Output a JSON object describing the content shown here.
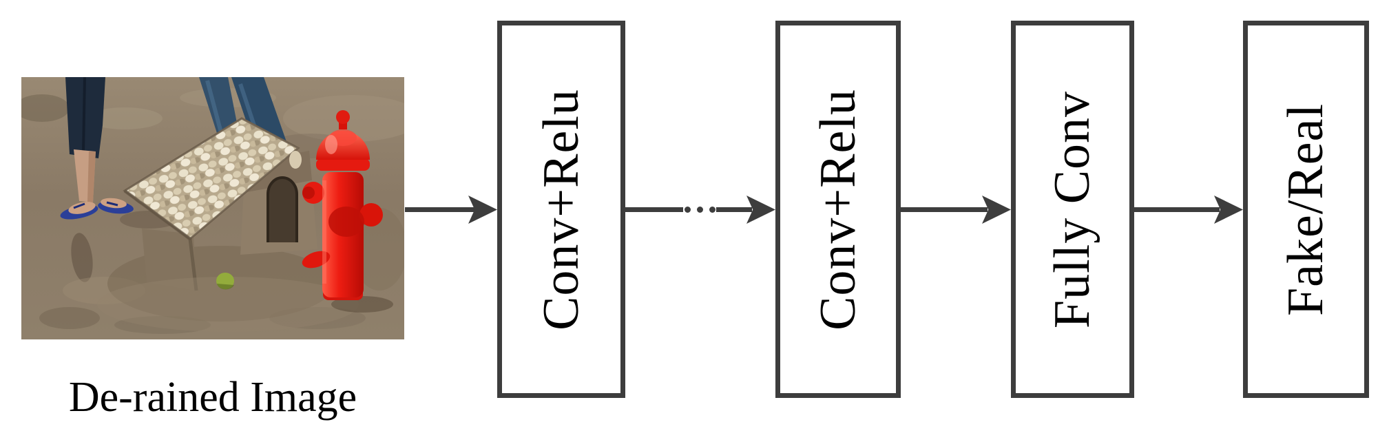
{
  "diagram": {
    "input_image": {
      "caption": "De-rained Image",
      "description": "De-rained photograph: sand sculpture dog house with a shell-covered roof, a red toy fire hydrant, and the legs of two people standing on wet sand"
    },
    "blocks": [
      {
        "label": "Conv+Relu"
      },
      {
        "label": "Conv+Relu"
      },
      {
        "label": "Fully Conv"
      },
      {
        "label": "Fake/Real"
      }
    ],
    "ellipsis": "...",
    "colors": {
      "line": "#3d3d3d",
      "box_border": "#3d3d3d",
      "text": "#000000",
      "background": "#ffffff",
      "hydrant_red": "#e81d12"
    }
  }
}
